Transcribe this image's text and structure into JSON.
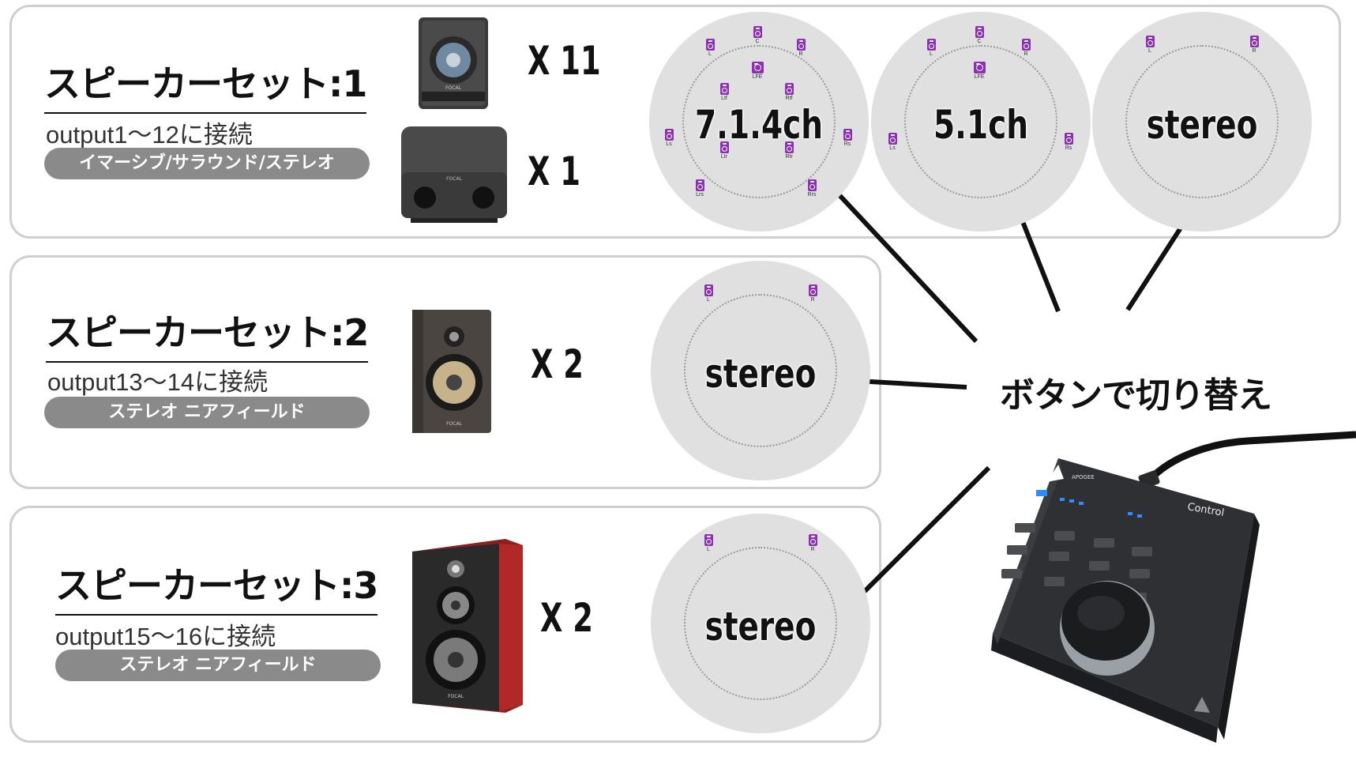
{
  "speaker_sets": [
    {
      "title": "スピーカーセット:1",
      "output": "output1〜12に接続",
      "modes": "イマーシブ/サラウンド/ステレオ",
      "speakers": [
        {
          "brand": "FOCAL",
          "qty": "X 11"
        },
        {
          "brand": "FOCAL",
          "qty": "X 1"
        }
      ],
      "layouts": [
        {
          "label": "7.1.4ch",
          "speakers": [
            "C",
            "L",
            "R",
            "LFE",
            "Ltf",
            "Rtf",
            "Ls",
            "Rs",
            "Ltr",
            "Rtr",
            "Lrs",
            "Rrs"
          ]
        },
        {
          "label": "5.1ch",
          "speakers": [
            "C",
            "L",
            "R",
            "LFE",
            "Ls",
            "Rs"
          ]
        },
        {
          "label": "stereo",
          "speakers": [
            "L",
            "R"
          ]
        }
      ]
    },
    {
      "title": "スピーカーセット:2",
      "output": "output13〜14に接続",
      "modes": "ステレオ ニアフィールド",
      "speakers": [
        {
          "brand": "FOCAL",
          "qty": "X 2"
        }
      ],
      "layouts": [
        {
          "label": "stereo",
          "speakers": [
            "L",
            "R"
          ]
        }
      ]
    },
    {
      "title": "スピーカーセット:3",
      "output": "output15〜16に接続",
      "modes": "ステレオ ニアフィールド",
      "speakers": [
        {
          "brand": "FOCAL",
          "qty": "X 2"
        }
      ],
      "layouts": [
        {
          "label": "stereo",
          "speakers": [
            "L",
            "R"
          ]
        }
      ]
    }
  ],
  "switch_text": "ボタンで切り替え",
  "controller": {
    "brand": "APOGEE",
    "label": "Control"
  },
  "colors": {
    "speaker_icon": "#8e2fb5",
    "circle": "#e0e0e0",
    "pill": "#8a8a8a",
    "panel_border": "#cfcfcf"
  }
}
